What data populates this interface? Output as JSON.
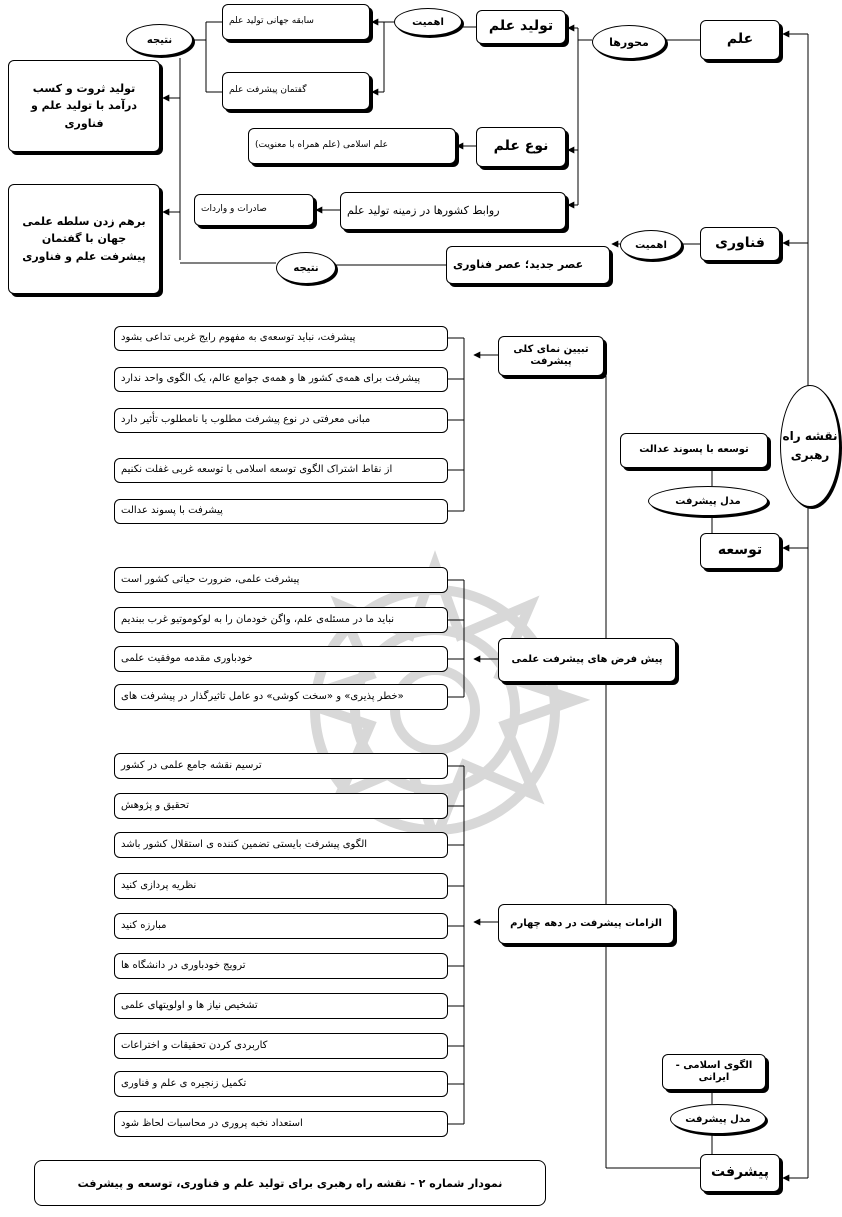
{
  "colors": {
    "line": "#000000",
    "watermark": "#d8d8d8",
    "background": "#ffffff"
  },
  "hub": {
    "label": "نقشه راه\nرهبری"
  },
  "pillars": {
    "science": "علم",
    "technology": "فناوری",
    "development": "توسعه",
    "progress": "پیشرفت"
  },
  "science_branch": {
    "axes_label": "محورها",
    "production": "تولید علم",
    "importance_label": "اهمیت",
    "history": "سابقه جهانی تولید علم",
    "discourse": "گفتمان پیشرفت علم",
    "result_label": "نتیجه",
    "result": "تولید ثروت و کسب\nدرآمد با تولید علم و\nفناوری",
    "type": "نوع علم",
    "islamic": "علم اسلامی (علم همراه با معنویت)",
    "relations": "روابط کشورها در زمینه تولید علم",
    "trade": "صادرات و واردات"
  },
  "technology_branch": {
    "importance_label": "اهمیت",
    "new_era": "عصر جدید؛ عصر فناوری",
    "result_label": "نتیجه",
    "result": "برهم زدن سلطه علمی\nجهان با گفتمان\nپیشرفت علم و فناوری"
  },
  "development_branch": {
    "justice": "توسعه با پسوند عدالت",
    "model": "مدل پیشرفت"
  },
  "progress_branch": {
    "islamic_iranian": "الگوی اسلامی - ایرانی",
    "model": "مدل پیشرفت"
  },
  "overview": {
    "title": "تبیین نمای کلی پیشرفت",
    "items": [
      "پیشرفت، نباید توسعه‌ی به مفهوم رایج غربی تداعی بشود",
      "پیشرفت برای همه‌ی کشور ها و همه‌ی جوامع عالم، یک الگوی واحد ندارد",
      "مبانی معرفتی در نوع پیشرفت مطلوب یا نامطلوب تأثیر دارد",
      "از نقاط اشتراک الگوی توسعه اسلامی با توسعه غربی غفلت نکنیم",
      "پیشرفت با پسوند عدالت"
    ]
  },
  "presuppositions": {
    "title": "پیش فرض های پیشرفت علمی",
    "items": [
      "پیشرفت علمی، ضرورت حیاتی کشور است",
      "نباید ما در مسئله‌ی علم، واگن خودمان را به لوکوموتیو غرب ببندیم",
      "خودباوری مقدمه موفقیت علمی",
      "«خطر پذیری» و «سخت کوشی» دو عامل تاثیرگذار در پیشرفت های"
    ]
  },
  "requirements": {
    "title": "الزامات پیشرفت در دهه چهارم",
    "items": [
      "ترسیم نقشه جامع علمی در کشور",
      "تحقیق و پژوهش",
      "الگوی پیشرفت بایستی تضمین کننده ی استقلال کشور باشد",
      "نظریه پردازی کنید",
      "مبارزه کنید",
      "ترویج خودباوری در دانشگاه ها",
      "تشخیص نیاز ها و اولویتهای علمی",
      "کاربردی کردن تحقیقات و اختراعات",
      "تکمیل زنجیره ی علم و فناوری",
      "استعداد نخبه پروری در محاسبات لحاظ شود"
    ]
  },
  "caption": "نمودار شماره ۲ - نقشه راه رهبری برای تولید علم و فناوری، توسعه و پیشرفت"
}
